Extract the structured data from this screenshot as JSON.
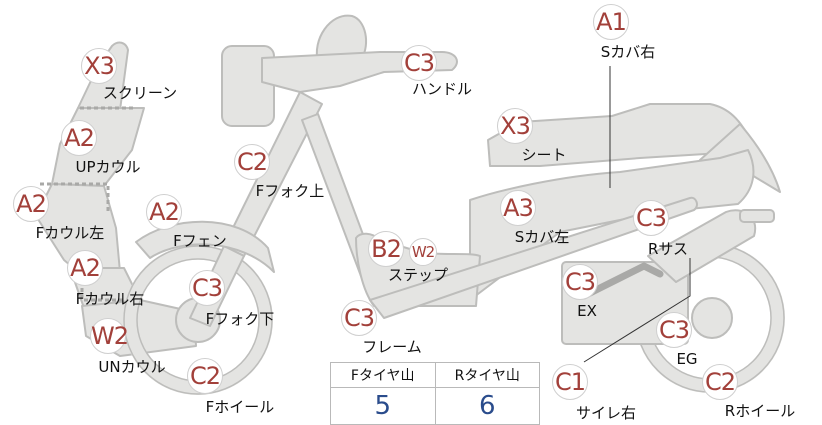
{
  "colors": {
    "part_fill": "#e4e4e2",
    "part_stroke": "#bdbdbb",
    "marker_text": "#a2403a",
    "marker_border": "#cfcfcf",
    "value_text": "#2a4c8c"
  },
  "parts": [
    {
      "id": "screen",
      "code": "X3",
      "label": "スクリーン"
    },
    {
      "id": "up-cowl",
      "code": "A2",
      "label": "UPカウル"
    },
    {
      "id": "f-cowl-left",
      "code": "A2",
      "label": "Fカウル左"
    },
    {
      "id": "f-cowl-right",
      "code": "A2",
      "label": "Fカウル右"
    },
    {
      "id": "un-cowl",
      "code": "W2",
      "label": "UNカウル"
    },
    {
      "id": "f-wheel",
      "code": "C2",
      "label": "Fホイール"
    },
    {
      "id": "f-fender",
      "code": "A2",
      "label": "Fフェン"
    },
    {
      "id": "f-fork-upper",
      "code": "C2",
      "label": "Fフォク上"
    },
    {
      "id": "f-fork-lower",
      "code": "C3",
      "label": "Fフォク下"
    },
    {
      "id": "handle",
      "code": "C3",
      "label": "ハンドル"
    },
    {
      "id": "frame",
      "code": "C3",
      "label": "フレーム"
    },
    {
      "id": "step",
      "code": "B2",
      "code2": "W2",
      "label": "ステップ"
    },
    {
      "id": "seat",
      "code": "X3",
      "label": "シート"
    },
    {
      "id": "s-cover-right",
      "code": "A1",
      "label": "Sカバ右"
    },
    {
      "id": "s-cover-left",
      "code": "A3",
      "label": "Sカバ左"
    },
    {
      "id": "r-suspension",
      "code": "C3",
      "label": "Rサス"
    },
    {
      "id": "exhaust",
      "code": "C3",
      "label": "EX"
    },
    {
      "id": "engine",
      "code": "C3",
      "label": "EG"
    },
    {
      "id": "muffler-right",
      "code": "C1",
      "label": "サイレ右"
    },
    {
      "id": "r-wheel",
      "code": "C2",
      "label": "Rホイール"
    }
  ],
  "tread_table": {
    "headers": [
      "Fタイヤ山",
      "Rタイヤ山"
    ],
    "values": [
      "5",
      "6"
    ]
  }
}
